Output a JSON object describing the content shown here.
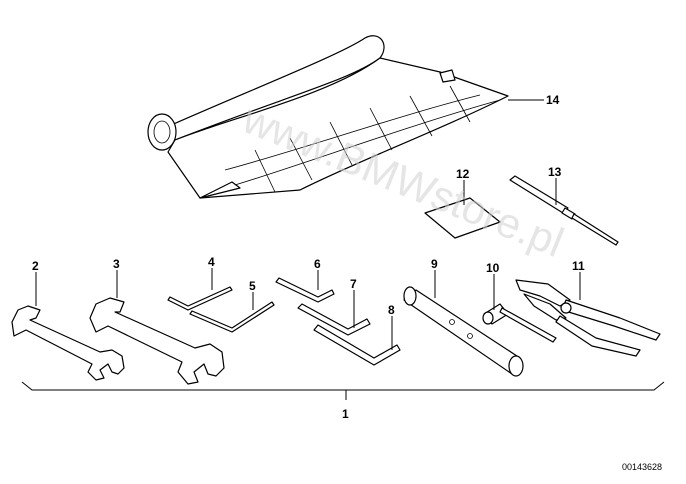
{
  "watermark": "www.BMWstore.pl",
  "part_number": "00143628",
  "callouts": [
    "1",
    "2",
    "3",
    "4",
    "5",
    "6",
    "7",
    "8",
    "9",
    "10",
    "11",
    "12",
    "13",
    "14"
  ]
}
